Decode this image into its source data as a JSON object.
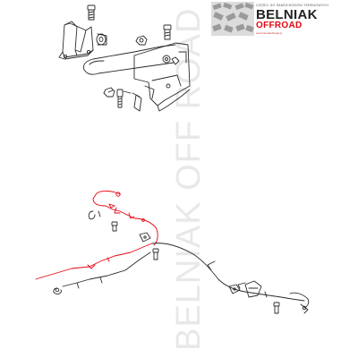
{
  "logo": {
    "tagline": "CZĘŚCI DO SAMOCHODÓW TERENOWYCH",
    "name_line1": "BELNIAK",
    "name_line2": "OFFROAD",
    "url": "www.belniakoffroad.pl"
  },
  "watermark": {
    "text": "BELNIAK OFF ROAD"
  },
  "colors": {
    "line_art": "#2b2b2b",
    "cable_highlight": "#e30613",
    "watermark": "#969696",
    "logo_text": "#222222",
    "logo_accent": "#e30613"
  }
}
